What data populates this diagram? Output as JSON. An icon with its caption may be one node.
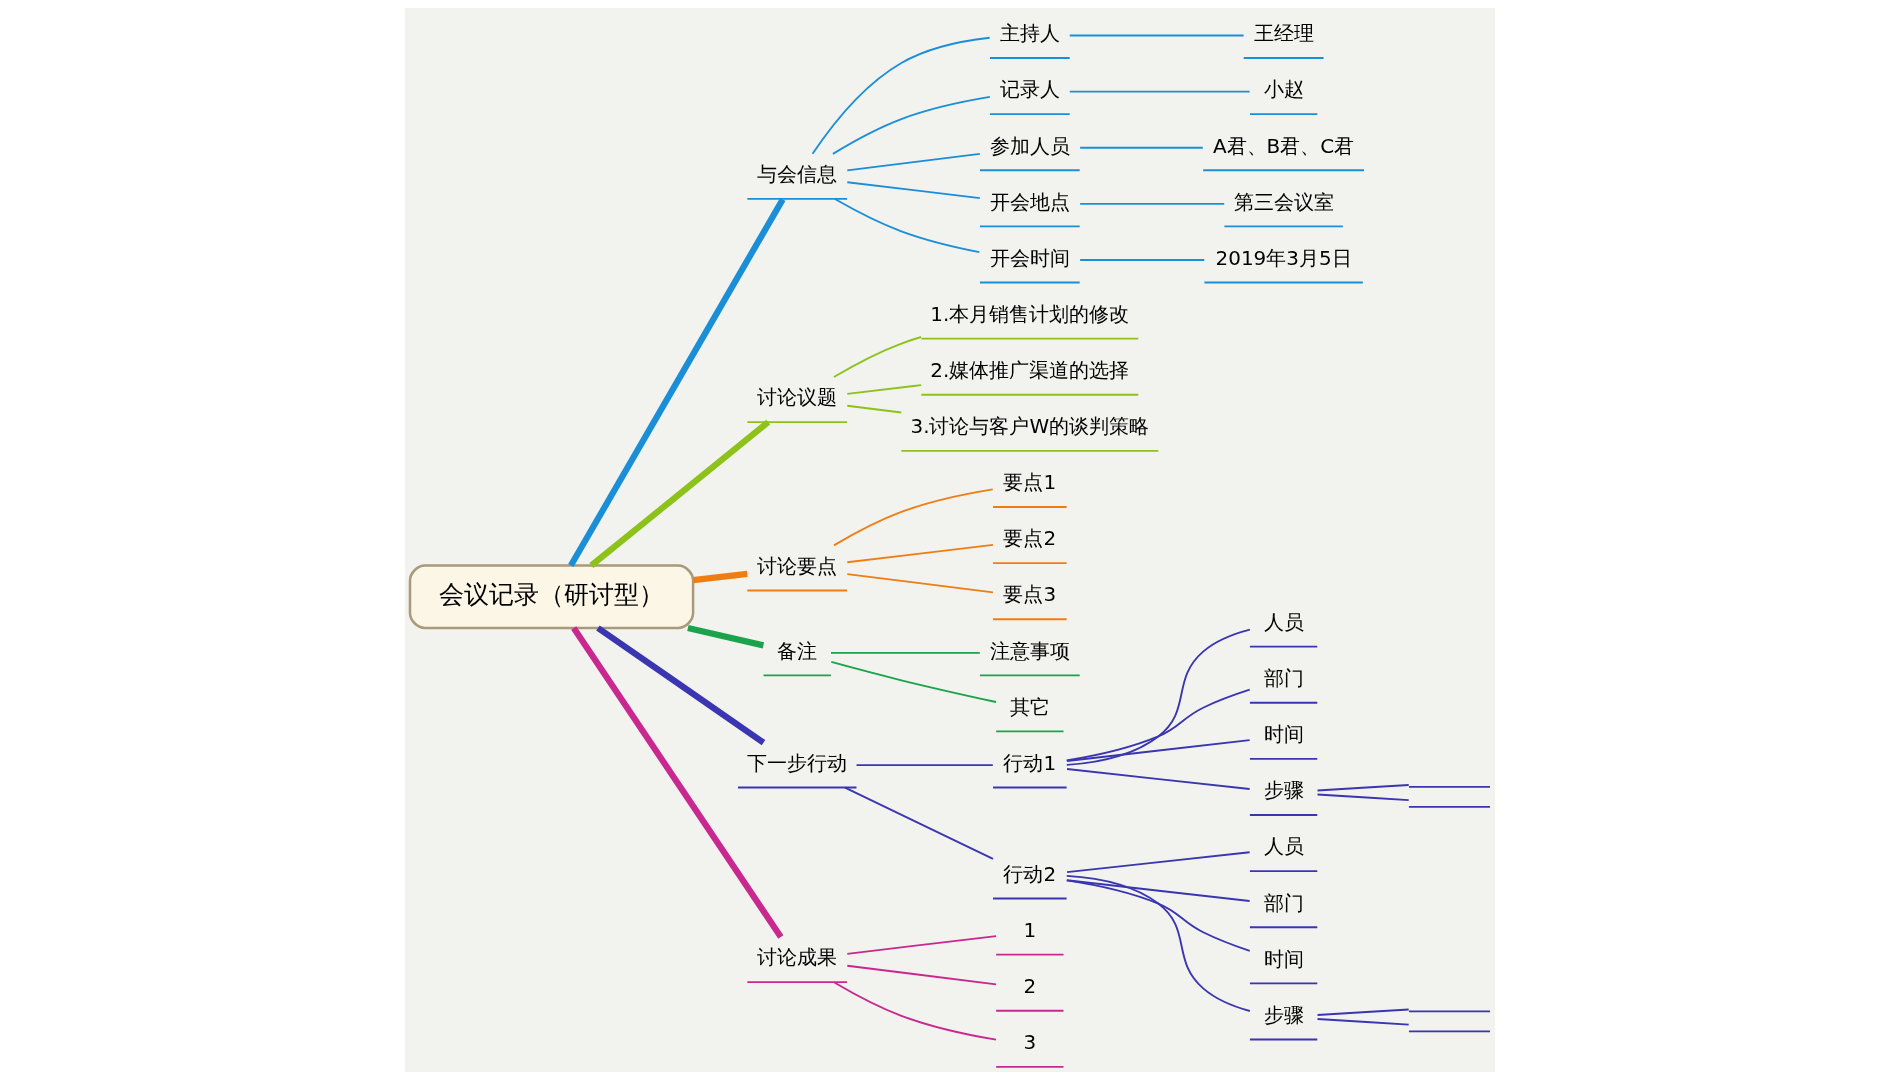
{
  "diagram": {
    "nodes": [
      {
        "text": [
          "会议记录（研讨型）"
        ]
      },
      {
        "text": [
          "与会信息"
        ]
      },
      {
        "text": [
          "主持人"
        ]
      },
      {
        "text": [
          "王经理"
        ]
      },
      {
        "text": [
          "记录人"
        ]
      },
      {
        "text": [
          "小赵"
        ]
      },
      {
        "text": [
          "参加人员"
        ]
      },
      {
        "text": [
          "A君、B君、C君"
        ]
      },
      {
        "text": [
          "开会地点"
        ]
      },
      {
        "text": [
          "第三会议室"
        ]
      },
      {
        "text": [
          "开会时间"
        ]
      },
      {
        "text": [
          "2019年3月5日"
        ]
      },
      {
        "text": [
          "讨论议题"
        ]
      },
      {
        "text": [
          "1.本月销售计划的修改"
        ]
      },
      {
        "text": [
          "2.媒体推广渠道的选择"
        ]
      },
      {
        "text": [
          "3.讨论与客户W的谈判策略"
        ]
      },
      {
        "text": [
          "讨论要点"
        ]
      },
      {
        "text": [
          "要点1"
        ]
      },
      {
        "text": [
          "要点2"
        ]
      },
      {
        "text": [
          "要点3"
        ]
      },
      {
        "text": [
          "备注"
        ]
      },
      {
        "text": [
          "注意事项"
        ]
      },
      {
        "text": [
          "其它"
        ]
      },
      {
        "text": [
          "下一步行动"
        ]
      },
      {
        "text": [
          "行动1"
        ]
      },
      {
        "text": [
          "人员"
        ]
      },
      {
        "text": [
          "部门"
        ]
      },
      {
        "text": [
          "时间"
        ]
      },
      {
        "text": [
          "步骤"
        ]
      },
      {
        "text": [],
        "shape": "bar"
      },
      {
        "text": [],
        "shape": "bar"
      },
      {
        "text": [
          "行动2"
        ]
      },
      {
        "text": [
          "人员"
        ]
      },
      {
        "text": [
          "部门"
        ]
      },
      {
        "text": [
          "时间"
        ]
      },
      {
        "text": [
          "步骤"
        ]
      },
      {
        "text": [],
        "shape": "bar"
      },
      {
        "text": [],
        "shape": "bar"
      },
      {
        "text": [
          "讨论成果"
        ]
      },
      {
        "text": [
          "1"
        ]
      },
      {
        "text": [
          "2"
        ]
      },
      {
        "text": [
          "3"
        ]
      }
    ],
    "edges": [
      {
        "from": 0,
        "to": 1,
        "arrow": "none",
        "style": "thick",
        "color": "#1a8fd8"
      },
      {
        "from": 1,
        "to": 2,
        "arrow": "none",
        "color": "#1a8fd8"
      },
      {
        "from": 2,
        "to": 3,
        "arrow": "none",
        "color": "#1a8fd8"
      },
      {
        "from": 1,
        "to": 4,
        "arrow": "none",
        "color": "#1a8fd8"
      },
      {
        "from": 4,
        "to": 5,
        "arrow": "none",
        "color": "#1a8fd8"
      },
      {
        "from": 1,
        "to": 6,
        "arrow": "none",
        "color": "#1a8fd8"
      },
      {
        "from": 6,
        "to": 7,
        "arrow": "none",
        "color": "#1a8fd8"
      },
      {
        "from": 1,
        "to": 8,
        "arrow": "none",
        "color": "#1a8fd8"
      },
      {
        "from": 8,
        "to": 9,
        "arrow": "none",
        "color": "#1a8fd8"
      },
      {
        "from": 1,
        "to": 10,
        "arrow": "none",
        "color": "#1a8fd8"
      },
      {
        "from": 10,
        "to": 11,
        "arrow": "none",
        "color": "#1a8fd8"
      },
      {
        "from": 0,
        "to": 12,
        "arrow": "none",
        "style": "thick",
        "color": "#8cc21a"
      },
      {
        "from": 12,
        "to": 13,
        "arrow": "none",
        "color": "#8cc21a"
      },
      {
        "from": 12,
        "to": 14,
        "arrow": "none",
        "color": "#8cc21a"
      },
      {
        "from": 12,
        "to": 15,
        "arrow": "none",
        "color": "#8cc21a"
      },
      {
        "from": 0,
        "to": 16,
        "arrow": "none",
        "style": "thick",
        "color": "#f07d12"
      },
      {
        "from": 16,
        "to": 17,
        "arrow": "none",
        "color": "#f07d12"
      },
      {
        "from": 16,
        "to": 18,
        "arrow": "none",
        "color": "#f07d12"
      },
      {
        "from": 16,
        "to": 19,
        "arrow": "none",
        "color": "#f07d12"
      },
      {
        "from": 0,
        "to": 20,
        "arrow": "none",
        "style": "thick",
        "color": "#1aa34a"
      },
      {
        "from": 20,
        "to": 21,
        "arrow": "none",
        "color": "#1aa34a"
      },
      {
        "from": 20,
        "to": 22,
        "arrow": "none",
        "color": "#1aa34a"
      },
      {
        "from": 0,
        "to": 23,
        "arrow": "none",
        "style": "thick",
        "color": "#3a35b0"
      },
      {
        "from": 23,
        "to": 24,
        "arrow": "none",
        "color": "#3a35b0"
      },
      {
        "from": 24,
        "to": 25,
        "arrow": "none",
        "color": "#3a35b0"
      },
      {
        "from": 24,
        "to": 26,
        "arrow": "none",
        "color": "#3a35b0"
      },
      {
        "from": 24,
        "to": 27,
        "arrow": "none",
        "color": "#3a35b0"
      },
      {
        "from": 24,
        "to": 28,
        "arrow": "none",
        "color": "#3a35b0"
      },
      {
        "from": 28,
        "to": 29,
        "arrow": "none",
        "color": "#3a35b0"
      },
      {
        "from": 28,
        "to": 30,
        "arrow": "none",
        "color": "#3a35b0"
      },
      {
        "from": 23,
        "to": 31,
        "arrow": "none",
        "color": "#3a35b0"
      },
      {
        "from": 31,
        "to": 32,
        "arrow": "none",
        "color": "#3a35b0"
      },
      {
        "from": 31,
        "to": 33,
        "arrow": "none",
        "color": "#3a35b0"
      },
      {
        "from": 31,
        "to": 34,
        "arrow": "none",
        "color": "#3a35b0"
      },
      {
        "from": 31,
        "to": 35,
        "arrow": "none",
        "color": "#3a35b0"
      },
      {
        "from": 35,
        "to": 36,
        "arrow": "none",
        "color": "#3a35b0"
      },
      {
        "from": 35,
        "to": 37,
        "arrow": "none",
        "color": "#3a35b0"
      },
      {
        "from": 0,
        "to": 38,
        "arrow": "none",
        "style": "thick",
        "color": "#c8288f"
      },
      {
        "from": 38,
        "to": 39,
        "arrow": "none",
        "color": "#c8288f"
      },
      {
        "from": 38,
        "to": 40,
        "arrow": "none",
        "color": "#c8288f"
      },
      {
        "from": 38,
        "to": 41,
        "arrow": "none",
        "color": "#c8288f"
      }
    ]
  }
}
